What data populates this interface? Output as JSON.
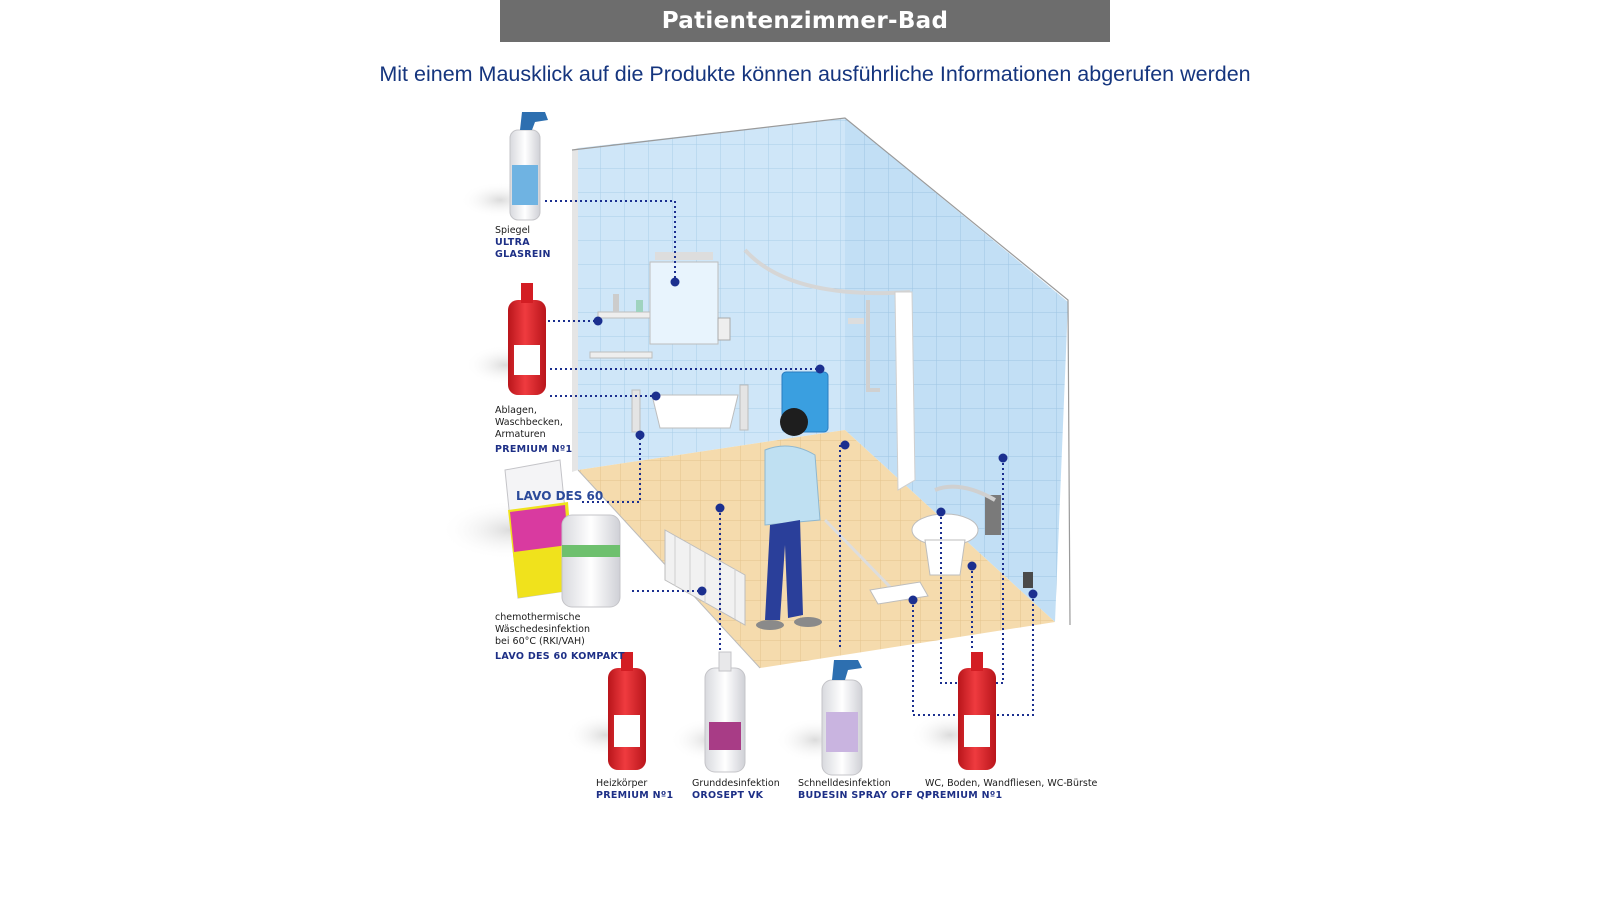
{
  "title": "Patientenzimmer-Bad",
  "subtitle": "Mit einem Mausklick auf die Produkte können ausführliche Informationen abgerufen werden",
  "colors": {
    "title_bg": "#6d6d6d",
    "subtitle": "#15357e",
    "product_name": "#1d2f86",
    "dot": "#1b2f8f",
    "tile_wall": "#cfe6f8",
    "floor": "#f4d9a8",
    "red_bottle": "#e3262c",
    "white_bottle": "#f4f4f6"
  },
  "labels": {
    "spiegel": {
      "area": "Spiegel",
      "product_1": "ULTRA",
      "product_2": "GLASREIN"
    },
    "ablagen": {
      "area": "Ablagen,\nWaschbecken,\nArmaturen",
      "product": "PREMIUM Nº1"
    },
    "waesche": {
      "area": "chemothermische\nWäschedesinfektion\nbei  60°C (RKI/VAH)",
      "product": "LAVO DES 60 KOMPAKT"
    },
    "heizkoerper": {
      "area": "Heizkörper",
      "product": "PREMIUM Nº1"
    },
    "grund": {
      "area": "Grunddesinfektion",
      "product": "OROSEPT VK"
    },
    "schnell": {
      "area": "Schnelldesinfektion",
      "product": "BUDESIN SPRAY OFF QF"
    },
    "wc": {
      "area": "WC, Boden, Wandfliesen, WC-Bürste",
      "product": "PREMIUM Nº1"
    }
  },
  "packaging": {
    "lavo_des_bag": "LAVO DES 60"
  }
}
